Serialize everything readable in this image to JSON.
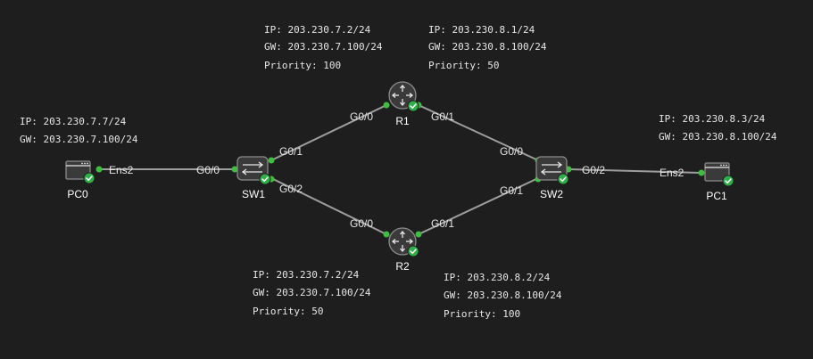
{
  "colors": {
    "background": "#1e1e1e",
    "link": "#9e9e9e",
    "interface_dot": "#3fbf3f",
    "status_ok": "#2fae4a"
  },
  "devices": {
    "pc0": {
      "label": "PC0",
      "icon": "pc-icon",
      "status_icon": "check-icon"
    },
    "sw1": {
      "label": "SW1",
      "icon": "switch-icon",
      "status_icon": "check-icon"
    },
    "r1": {
      "label": "R1",
      "icon": "router-icon",
      "status_icon": "check-icon"
    },
    "r2": {
      "label": "R2",
      "icon": "router-icon",
      "status_icon": "check-icon"
    },
    "sw2": {
      "label": "SW2",
      "icon": "switch-icon",
      "status_icon": "check-icon"
    },
    "pc1": {
      "label": "PC1",
      "icon": "pc-icon",
      "status_icon": "check-icon"
    }
  },
  "ports": {
    "pc0_ens2": "Ens2",
    "sw1_g00": "G0/0",
    "sw1_g01": "G0/1",
    "sw1_g02": "G0/2",
    "r1_g00": "G0/0",
    "r1_g01": "G0/1",
    "r2_g00": "G0/0",
    "r2_g01": "G0/1",
    "sw2_g00": "G0/0",
    "sw2_g01": "G0/1",
    "sw2_g02": "G0/2",
    "pc1_ens2": "Ens2"
  },
  "annotations": {
    "pc0": [
      "IP: 203.230.7.7/24",
      "GW: 203.230.7.100/24"
    ],
    "r1_left": [
      "IP: 203.230.7.2/24",
      "GW: 203.230.7.100/24",
      "Priority: 100"
    ],
    "r1_right": [
      "IP: 203.230.8.1/24",
      "GW: 203.230.8.100/24",
      "Priority: 50"
    ],
    "pc1": [
      "IP: 203.230.8.3/24",
      "GW: 203.230.8.100/24"
    ],
    "r2_left": [
      "IP: 203.230.7.2/24",
      "GW: 203.230.7.100/24",
      "Priority: 50"
    ],
    "r2_right": [
      "IP: 203.230.8.2/24",
      "GW: 203.230.8.100/24",
      "Priority: 100"
    ]
  }
}
